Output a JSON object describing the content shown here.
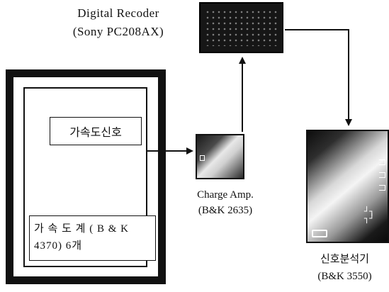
{
  "recorder_label": {
    "line1": "Digital Recoder",
    "line2": "(Sony PC208AX)"
  },
  "charge_amp_label": {
    "line1": "Charge Amp.",
    "line2": "(B&K 2635)"
  },
  "analyzer_label": {
    "line1": "신호분석기",
    "line2": "(B&K 3550)"
  },
  "signal_box_label": "가속도신호",
  "sensor_box": {
    "line1": "가 속 도 계 ( B & K",
    "line2": "4370) 6개"
  },
  "analyzer_cluster": "┘┐\n┐┘"
}
